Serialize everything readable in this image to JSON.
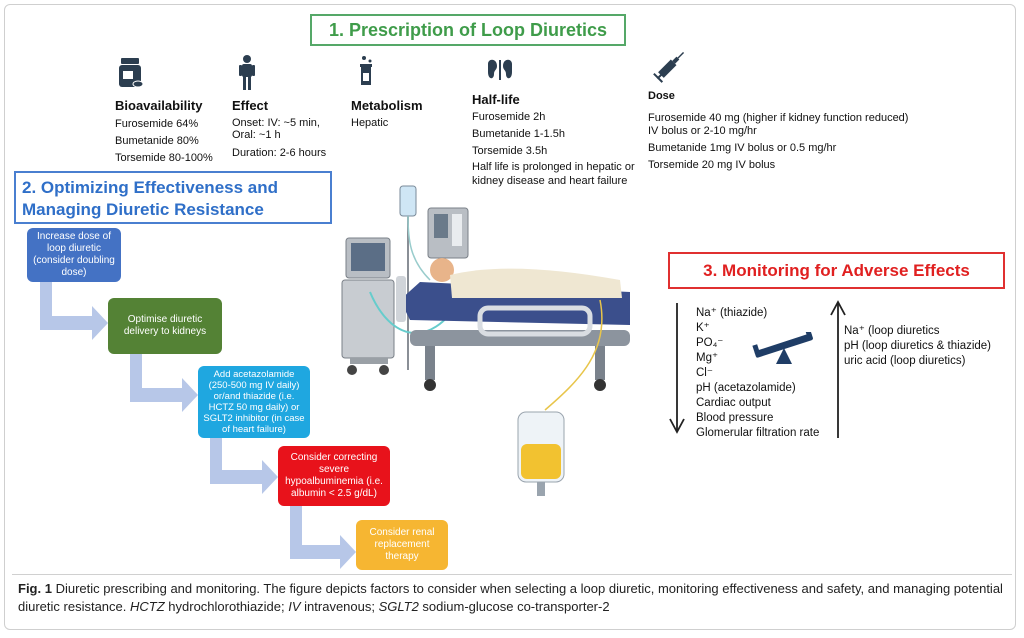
{
  "section1": {
    "title": "1. Prescription of Loop Diuretics",
    "bioavailability": {
      "title": "Bioavailability",
      "lines": [
        "Furosemide 64%",
        "Bumetanide 80%",
        "Torsemide 80-100%"
      ]
    },
    "effect": {
      "title": "Effect",
      "lines": [
        "Onset: IV: ~5 min,",
        "Oral: ~1 h",
        "Duration: 2-6 hours"
      ]
    },
    "metabolism": {
      "title": "Metabolism",
      "lines": [
        "Hepatic"
      ]
    },
    "halflife": {
      "title": "Half-life",
      "lines": [
        "Furosemide 2h",
        "Bumetanide 1-1.5h",
        "Torsemide 3.5h",
        "Half life is prolonged in hepatic or",
        "kidney disease and heart failure"
      ]
    },
    "dose": {
      "title": "Dose",
      "lines": [
        "Furosemide 40 mg  (higher if kidney function reduced)",
        "IV bolus or 2-10 mg/hr",
        "Bumetanide 1mg IV bolus or 0.5 mg/hr",
        "Torsemide 20 mg IV bolus"
      ]
    }
  },
  "section2": {
    "title": "2. Optimizing Effectiveness and Managing Diuretic Resistance",
    "steps": [
      {
        "text": "Increase dose of loop diuretic (consider doubling dose)",
        "color": "#4472c4"
      },
      {
        "text": "Optimise diuretic delivery to kidneys",
        "color": "#548235"
      },
      {
        "text": "Add acetazolamide (250-500 mg IV daily) or/and thiazide (i.e. HCTZ 50 mg daily) or SGLT2 inhibitor (in case of heart failure)",
        "color": "#1fa7e0"
      },
      {
        "text": "Consider correcting severe hypoalbuminemia (i.e. albumin < 2.5 g/dL)",
        "color": "#e8121b"
      },
      {
        "text": "Consider renal replacement therapy",
        "color": "#f6b632"
      }
    ]
  },
  "section3": {
    "title": "3. Monitoring for Adverse Effects",
    "decreased": [
      "Na⁺ (thiazide)",
      "K⁺",
      "PO₄⁻",
      "Mg⁺",
      "Cl⁻",
      "pH (acetazolamide)",
      "Cardiac output",
      "Blood pressure",
      "Glomerular filtration rate"
    ],
    "increased": [
      "Na⁺ (loop diuretics",
      "pH (loop diuretics & thiazide)",
      "uric acid (loop diuretics)"
    ]
  },
  "caption": {
    "label": "Fig. 1",
    "text1": "  Diuretic prescribing and monitoring. The figure depicts factors to consider when selecting a loop diuretic, monitoring effectiveness and safety, and managing potential diuretic resistance. ",
    "hctz_abbr": "HCTZ",
    "hctz_def": " hydrochlorothiazide; ",
    "iv_abbr": "IV",
    "iv_def": " intravenous; ",
    "sglt2_abbr": "SGLT2",
    "sglt2_def": " sodium-glucose co-transporter-2"
  }
}
